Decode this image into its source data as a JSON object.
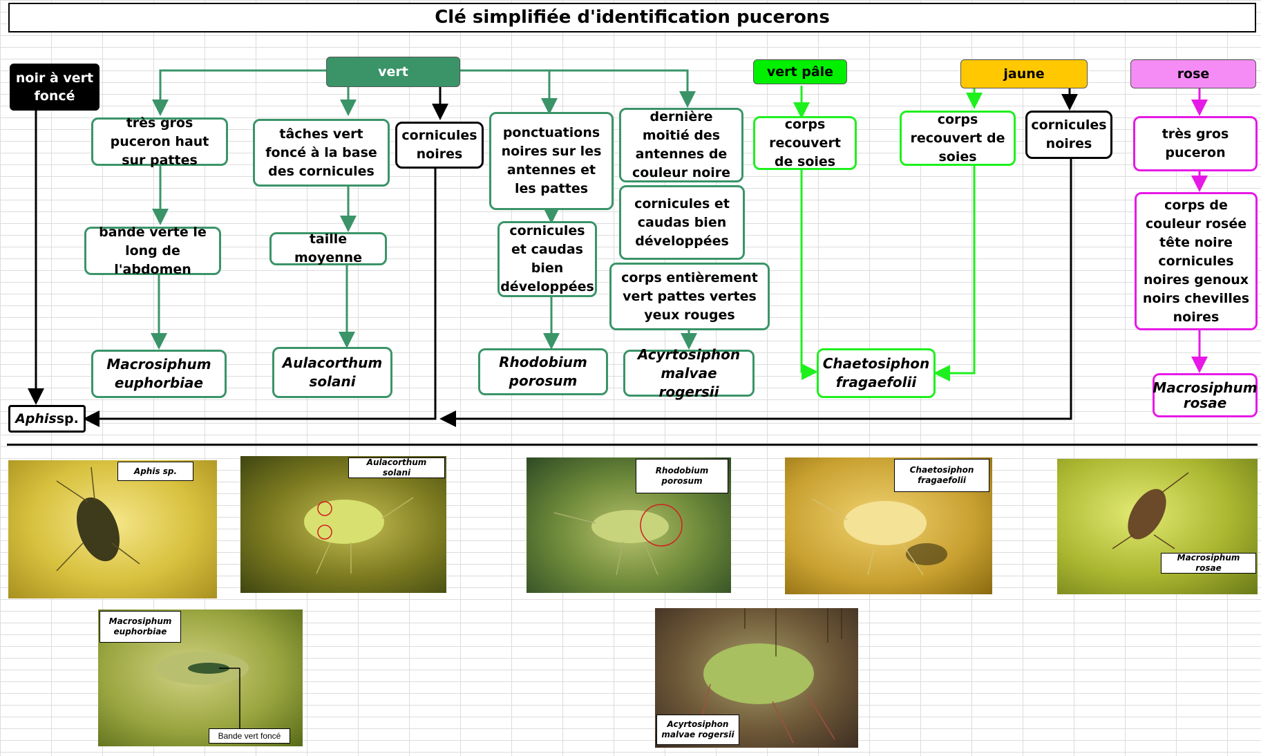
{
  "title": "Clé simplifiée d'identification pucerons",
  "headers": {
    "noir": "noir à vert foncé",
    "vert": "vert",
    "vert_pale": "vert pâle",
    "jaune": "jaune",
    "rose": "rose"
  },
  "boxes": {
    "gros_puceron": "très gros puceron haut sur pattes",
    "bande_verte": "bande verte le long de l'abdomen",
    "macrosiphum_euphorbiae": "Macrosiphum euphorbiae",
    "taches_vert": "tâches vert foncé à la base des cornicules",
    "taille_moyenne": "taille moyenne",
    "aulacorthum": "Aulacorthum solani",
    "cornicules_noires_1": "cornicules noires",
    "ponctuations": "ponctuations noires sur les antennes et les pattes",
    "cornicules_caudas_1": "cornicules et caudas bien développées",
    "rhodobium": "Rhodobium porosum",
    "derniere_moitie": "dernière moitié des antennes de couleur noire",
    "cornicules_caudas_2": "cornicules et caudas bien développées",
    "corps_vert": "corps entièrement vert pattes vertes yeux rouges",
    "acyrtosiphon": "Acyrtosiphon malvae rogersii",
    "corps_soies_1": "corps recouvert de soies",
    "corps_soies_2": "corps recouvert de soies",
    "chaetosiphon": "Chaetosiphon fragaefolii",
    "cornicules_noires_2": "cornicules noires",
    "gros_puceron_rose": "très gros puceron",
    "corps_rose": "corps de couleur rosée tête noire cornicules noires genoux noirs chevilles noires",
    "macrosiphum_rosae": "Macrosiphum rosae",
    "aphis_sp": "Aphis",
    "aphis_sp_suffix": " sp."
  },
  "photos": {
    "aphis": "Aphis sp.",
    "aulacorthum": "Aulacorthum solani",
    "rhodobium": "Rhodobium porosum",
    "chaetosiphon": "Chaetosiphon fragaefolii",
    "macrosiphum_rosae": "Macrosiphum rosae",
    "macrosiphum_euphorbiae": "Macrosiphum euphorbiae",
    "bande_vert_fonce": "Bande vert foncé",
    "acyrtosiphon": "Acyrtosiphon malvae rogersii"
  },
  "colors": {
    "green": "#3a9468",
    "header_green": "#3a9468",
    "lime": "#1ef01e",
    "yellow": "#ffc800",
    "pink": "#f58cf5",
    "magenta": "#e619e6",
    "black": "#000000"
  }
}
